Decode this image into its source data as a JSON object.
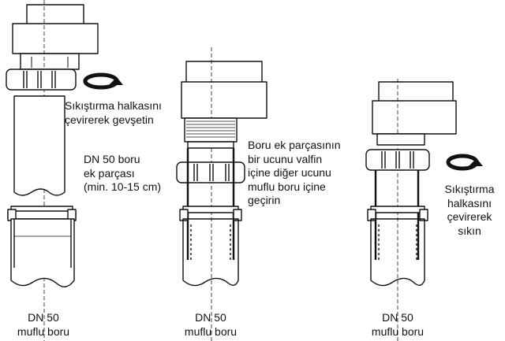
{
  "step1": {
    "instruction": [
      "Sıkıştırma halkasını",
      "çevirerek gevşetin"
    ],
    "part_label": [
      "DN 50 boru",
      "ek parçası",
      "(min. 10-15 cm)"
    ],
    "bottom_label": [
      "DN 50",
      "muflu boru"
    ]
  },
  "step2": {
    "instruction": [
      "Boru ek parçasının",
      "bir ucunu valfin",
      "içine diğer ucunu",
      "muflu boru içine",
      "geçirin"
    ],
    "bottom_label": [
      "DN 50",
      "muflu boru"
    ]
  },
  "step3": {
    "instruction": [
      "Sıkıştırma",
      "halkasını",
      "çevirerek",
      "sıkın"
    ],
    "bottom_label": [
      "DN 50",
      "muflu boru"
    ]
  },
  "icons": [
    "rotate-arrow-icon",
    "rotate-arrow-icon"
  ],
  "colors": {
    "line": "#111111",
    "background": "#ffffff"
  }
}
